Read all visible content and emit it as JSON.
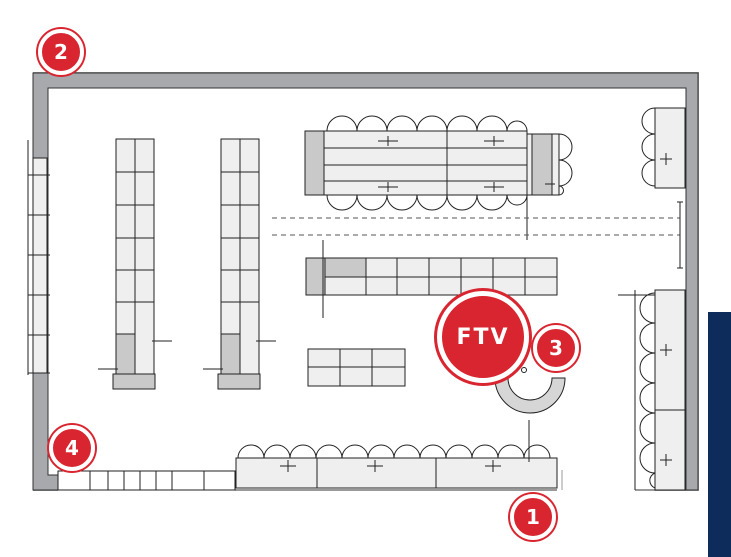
{
  "markers": {
    "one": "1",
    "two": "2",
    "three": "3",
    "four": "4",
    "ftv": "FTV"
  },
  "colors": {
    "marker_red": "#d9252f",
    "wall_gray": "#a7a9ac",
    "fixture_fill": "#efefef",
    "fixture_dark": "#c9c9c9",
    "side_bar_navy": "#0d2c5b"
  }
}
